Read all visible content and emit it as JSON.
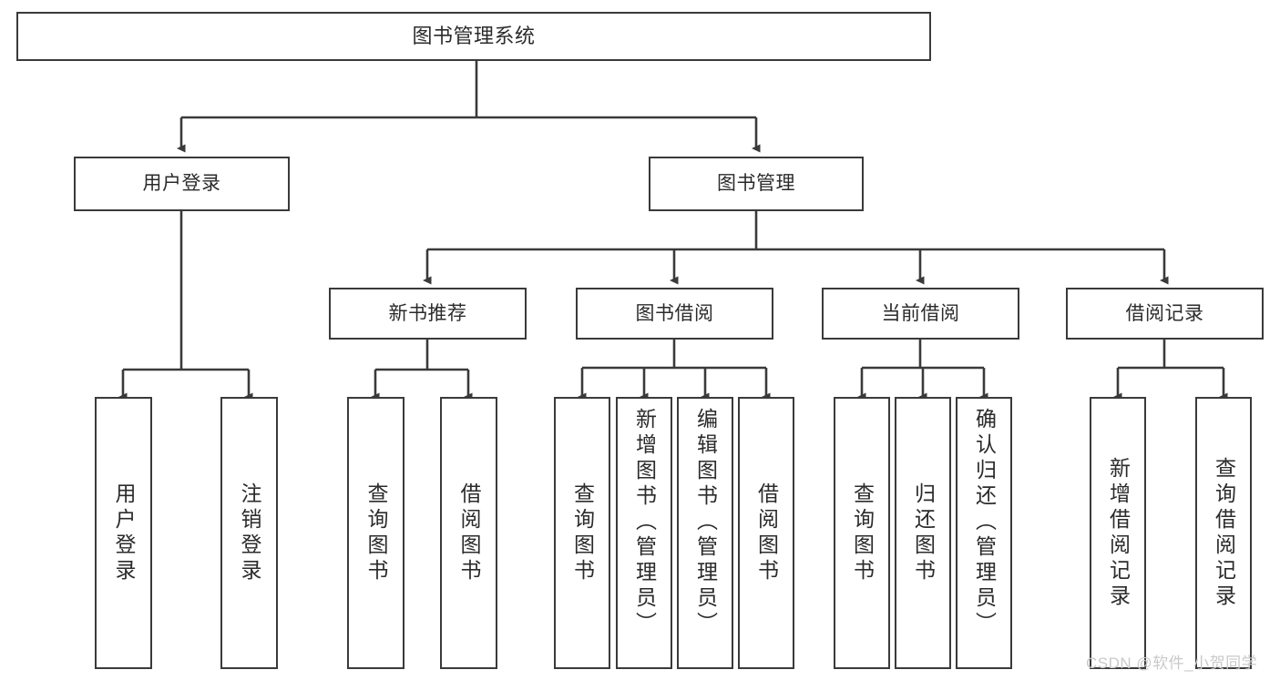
{
  "diagram": {
    "title": "图书管理系统",
    "type": "tree-hierarchy",
    "root": {
      "id": "root",
      "label": "图书管理系统"
    },
    "level2": [
      {
        "id": "user-login",
        "label": "用户登录"
      },
      {
        "id": "book-manage",
        "label": "图书管理"
      }
    ],
    "level3": [
      {
        "id": "new-book-rec",
        "label": "新书推荐",
        "parent": "book-manage"
      },
      {
        "id": "book-borrow",
        "label": "图书借阅",
        "parent": "book-manage"
      },
      {
        "id": "current-borrow",
        "label": "当前借阅",
        "parent": "book-manage"
      },
      {
        "id": "borrow-record",
        "label": "借阅记录",
        "parent": "book-manage"
      }
    ],
    "leaves": [
      {
        "id": "leaf-user-login",
        "label": "用户登录",
        "parent": "user-login"
      },
      {
        "id": "leaf-user-logout",
        "label": "注销登录",
        "parent": "user-login"
      },
      {
        "id": "leaf-query-book-1",
        "label": "查询图书",
        "parent": "new-book-rec"
      },
      {
        "id": "leaf-borrow-book-1",
        "label": "借阅图书",
        "parent": "new-book-rec"
      },
      {
        "id": "leaf-query-book-2",
        "label": "查询图书",
        "parent": "book-borrow"
      },
      {
        "id": "leaf-add-book",
        "label": "新增图书（管理员）",
        "parent": "book-borrow"
      },
      {
        "id": "leaf-edit-book",
        "label": "编辑图书（管理员）",
        "parent": "book-borrow"
      },
      {
        "id": "leaf-borrow-book-2",
        "label": "借阅图书",
        "parent": "book-borrow"
      },
      {
        "id": "leaf-query-book-3",
        "label": "查询图书",
        "parent": "current-borrow"
      },
      {
        "id": "leaf-return-book",
        "label": "归还图书",
        "parent": "current-borrow"
      },
      {
        "id": "leaf-confirm-return",
        "label": "确认归还（管理员）",
        "parent": "current-borrow"
      },
      {
        "id": "leaf-add-record",
        "label": "新增借阅记录",
        "parent": "borrow-record"
      },
      {
        "id": "leaf-query-record",
        "label": "查询借阅记录",
        "parent": "borrow-record"
      }
    ]
  },
  "watermark": {
    "text": "CSDN @软件_小贺同学"
  },
  "colors": {
    "border": "#3a3a3a",
    "text": "#2b2b2b",
    "background": "#ffffff",
    "watermark": "#c9c9c9"
  }
}
